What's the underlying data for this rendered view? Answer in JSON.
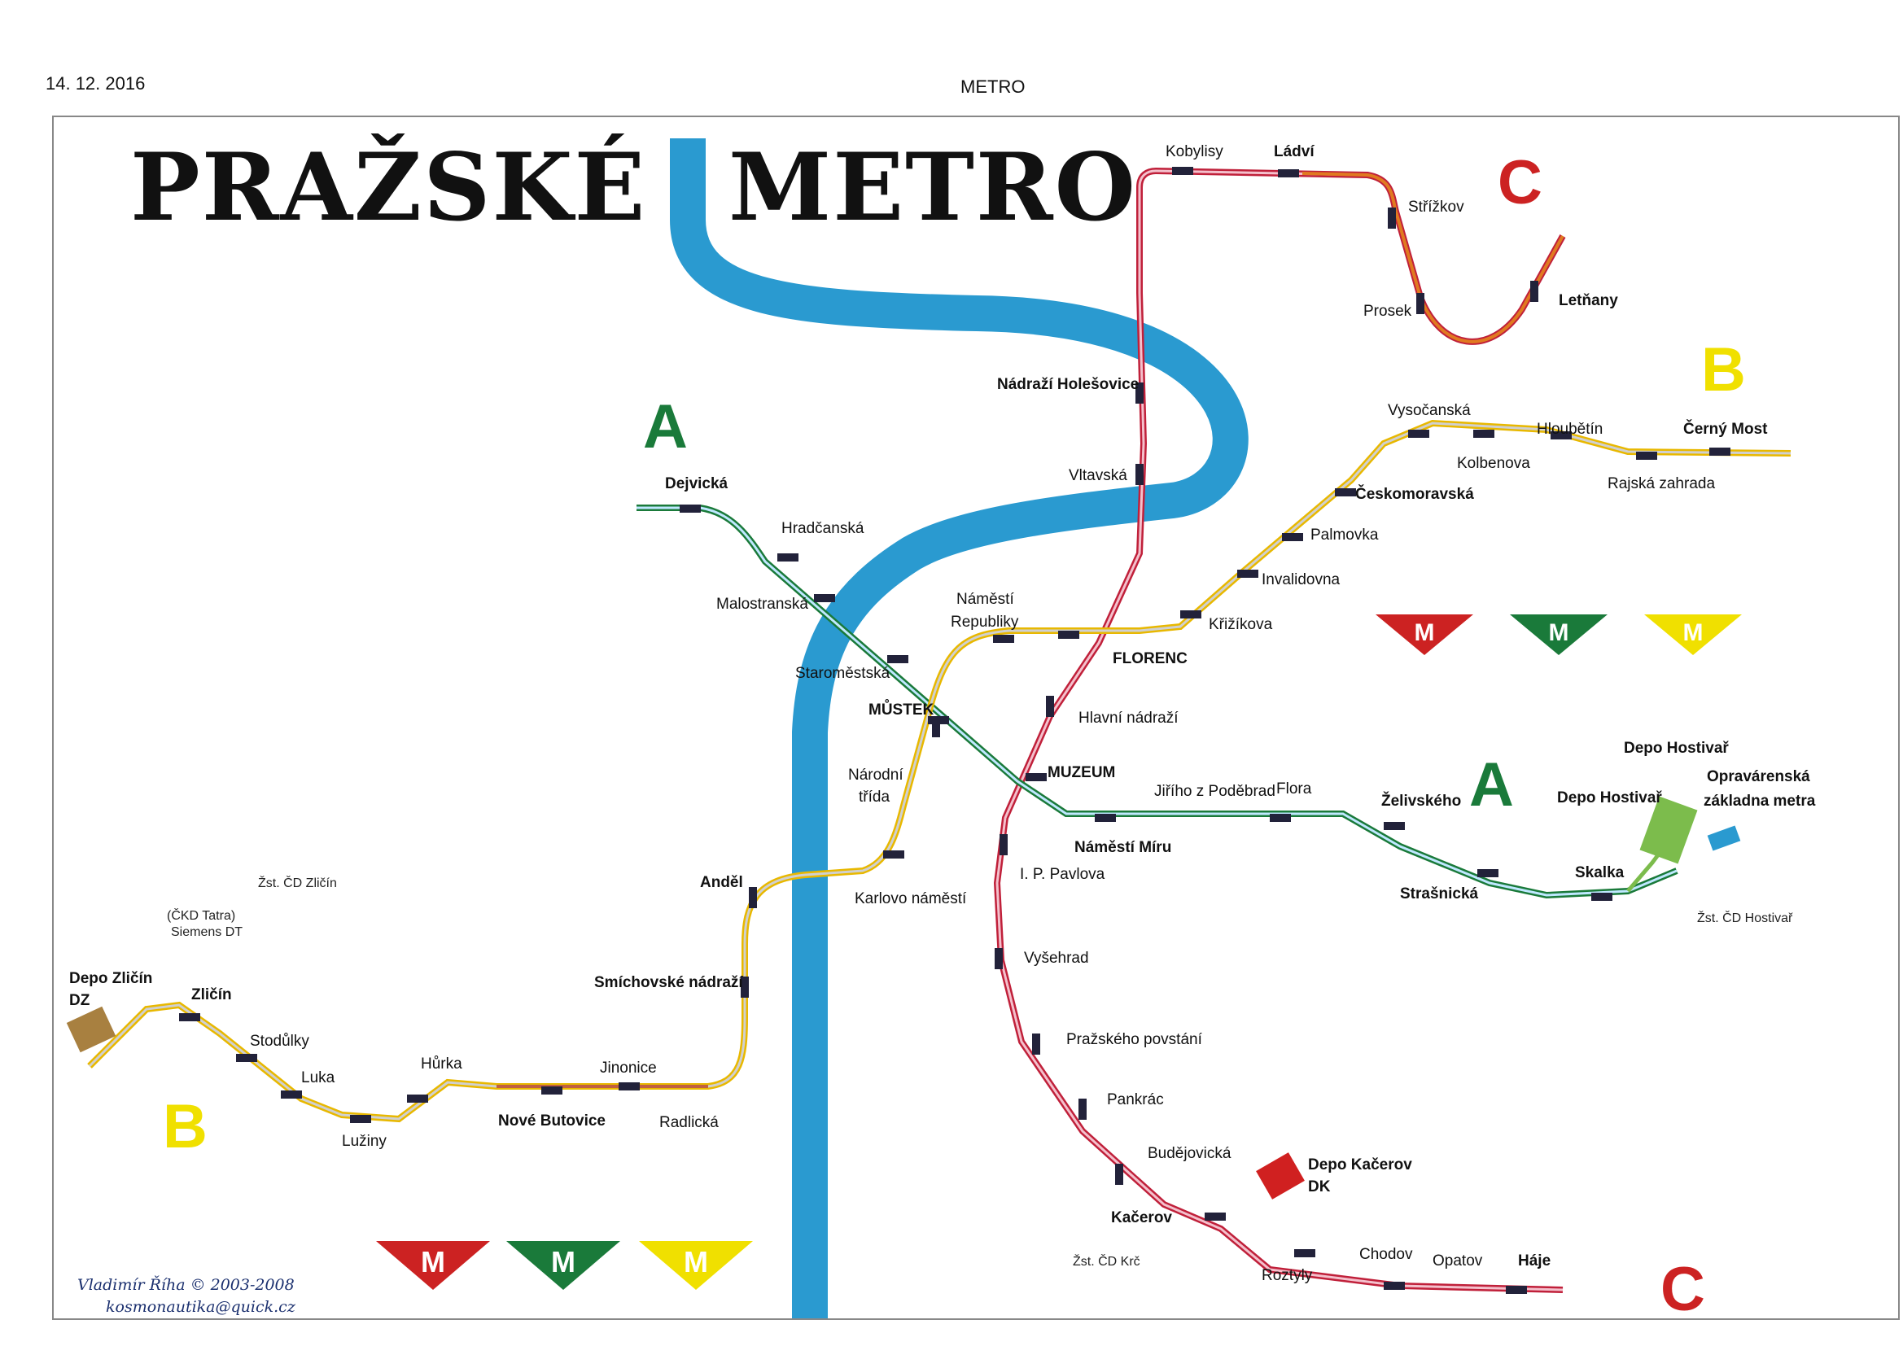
{
  "header": {
    "date": "14. 12. 2016",
    "center_title": "METRO"
  },
  "title": {
    "left": "PRAŽSKÉ",
    "right": "METRO"
  },
  "line_letters": [
    {
      "id": "a-top",
      "text": "A",
      "color": "#1a7a3a"
    },
    {
      "id": "a-right",
      "text": "A",
      "color": "#1a7a3a"
    },
    {
      "id": "b-top",
      "text": "B",
      "color": "#f0e000"
    },
    {
      "id": "b-left",
      "text": "B",
      "color": "#f0e000"
    },
    {
      "id": "c-top",
      "text": "C",
      "color": "#cc2222"
    },
    {
      "id": "c-bottom",
      "text": "C",
      "color": "#cc2222"
    }
  ],
  "colors": {
    "line_a": "#1a7a3a",
    "line_b": "#e8b800",
    "line_c": "#c0203a",
    "river": "#2a9ad0",
    "depot_green": "#7cbc4c",
    "depot_red": "#d02020",
    "depot_brown": "#a88040"
  },
  "stations": {
    "kobylisy": "Kobylisy",
    "ladvi": "Ládví",
    "strizkov": "Střížkov",
    "prosek": "Prosek",
    "letnany": "Letňany",
    "nadrazi_holesovice": "Nádraží Holešovice",
    "vltavska": "Vltavská",
    "florenc": "FLORENC",
    "hlavni_nadrazi": "Hlavní nádraží",
    "muzeum": "MUZEUM",
    "ip_pavlova": "I. P. Pavlova",
    "vysehrad": "Vyšehrad",
    "prazskeho_povstani": "Pražského povstání",
    "pankrac": "Pankrác",
    "budejovicka": "Budějovická",
    "kacerov": "Kačerov",
    "roztyly": "Roztyly",
    "chodov": "Chodov",
    "opatov": "Opatov",
    "haje": "Háje",
    "dejvicka": "Dejvická",
    "hradcanska": "Hradčanská",
    "malostranska": "Malostranská",
    "staromestska": "Staroměstská",
    "mustek": "MŮSTEK",
    "namesti_miru": "Náměstí Míru",
    "jiriho_z_podebrad": "Jiřího z Poděbrad",
    "flora": "Flora",
    "zelivskeho": "Želivského",
    "strasnicka": "Strašnická",
    "skalka": "Skalka",
    "depo_hostivar": "Depo Hostivař",
    "depo_hostivar_2": "Depo Hostivař",
    "opravarenska_1": "Opravárenská",
    "opravarenska_2": "základna metra",
    "vysocanska": "Vysočanská",
    "kolbenova": "Kolbenova",
    "hloubetin": "Hloubětín",
    "cerny_most": "Černý Most",
    "rajska_zahrada": "Rajská zahrada",
    "ceskomoravska": "Českomoravská",
    "palmovka": "Palmovka",
    "invalidovna": "Invalidovna",
    "krizikova": "Křižíkova",
    "namesti_republiky_1": "Náměstí",
    "namesti_republiky_2": "Republiky",
    "narodni_trida_1": "Národní",
    "narodni_trida_2": "třída",
    "karlovo_namesti": "Karlovo náměstí",
    "andel": "Anděl",
    "smichovske_nadrazi": "Smíchovské nádraží",
    "radlicka": "Radlická",
    "jinonice": "Jinonice",
    "nove_butovice": "Nové Butovice",
    "hurka": "Hůrka",
    "luziny": "Lužiny",
    "luka": "Luka",
    "stodulky": "Stodůlky",
    "zlicin": "Zličín",
    "depo_zlicin_1": "Depo Zličín",
    "depo_zlicin_2": "DZ",
    "depo_kacerov_1": "Depo Kačerov",
    "depo_kacerov_2": "DK"
  },
  "labels": {
    "zst_cd_zlicin": "Žst. ČD Zličín",
    "ckd_tatra": "(ČKD Tatra)",
    "siemens_dt": "Siemens DT",
    "zst_cd_hostivar": "Žst. ČD Hostivař",
    "zst_cd_krc": "Žst. ČD Krč"
  },
  "signature": {
    "line1": "Vladimír Říha © 2003-2008",
    "line2": "kosmonautika@quick.cz"
  },
  "logos": [
    {
      "id": "logo-red",
      "color": "#cc2222"
    },
    {
      "id": "logo-green",
      "color": "#1a7a3a"
    },
    {
      "id": "logo-yellow",
      "color": "#f0e000"
    }
  ]
}
